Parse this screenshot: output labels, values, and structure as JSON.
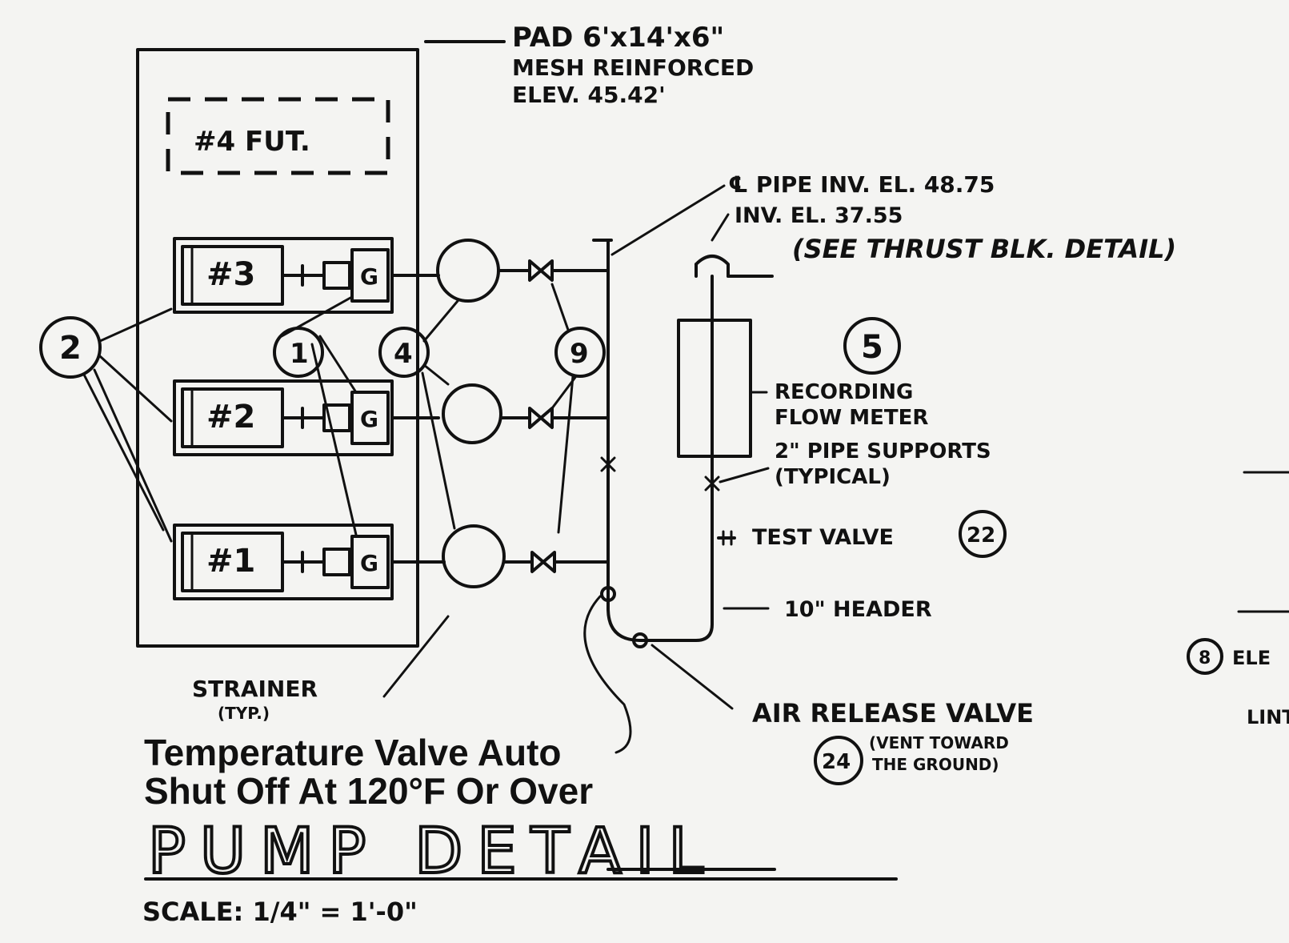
{
  "pad": {
    "line1": "PAD 6'x14'x6\"",
    "line2": "MESH REINFORCED",
    "line3": "ELEV. 45.42'"
  },
  "future_pump": "#4 FUT.",
  "pumps": [
    {
      "label": "#3"
    },
    {
      "label": "#2"
    },
    {
      "label": "#1"
    }
  ],
  "callouts": {
    "c1": "1",
    "c2": "2",
    "c4": "4",
    "c5": "5",
    "c9": "9",
    "c22": "22",
    "c24": "24",
    "c8": "8"
  },
  "notes": {
    "pipe_inv": "℄ PIPE INV. EL. 48.75",
    "inv2": "INV. EL. 37.55",
    "thrust": "(SEE THRUST BLK. DETAIL)",
    "flowmeter1": "RECORDING",
    "flowmeter2": "FLOW METER",
    "supports1": "2\" PIPE SUPPORTS",
    "supports2": "(TYPICAL)",
    "test_valve": "TEST VALVE",
    "header": "10\" HEADER",
    "strainer1": "STRAINER",
    "strainer2": "(TYP.)",
    "air_release": "AIR RELEASE VALVE",
    "vent1": "(VENT TOWARD",
    "vent2": "THE GROUND)",
    "temp1": "Temperature Valve Auto",
    "temp2": "Shut Off At 120°F Or Over",
    "right1": "ELE",
    "right2": "LINT"
  },
  "title": "PUMP DETAIL",
  "scale": "SCALE: 1/4\" = 1'-0\""
}
